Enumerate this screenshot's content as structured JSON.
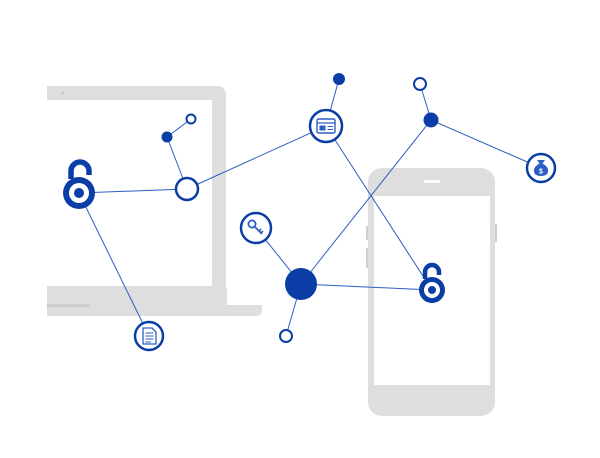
{
  "colors": {
    "device_gray": "#dedede",
    "device_gray_dark": "#d4d4d4",
    "network_blue": "#0a3ea6",
    "line_blue": "#2d5fc2",
    "white": "#ffffff"
  },
  "devices": [
    {
      "name": "laptop",
      "icon": "laptop-icon"
    },
    {
      "name": "smartphone",
      "icon": "smartphone-icon"
    }
  ],
  "nodes": [
    {
      "id": "n-dot-top",
      "kind": "filled-dot"
    },
    {
      "id": "n-ring-top-right",
      "kind": "hollow-ring"
    },
    {
      "id": "n-hub-right",
      "kind": "filled-dot"
    },
    {
      "id": "n-money",
      "kind": "icon-circle",
      "icon": "money-bag-icon"
    },
    {
      "id": "n-idcard",
      "kind": "icon-circle",
      "icon": "id-card-icon"
    },
    {
      "id": "n-small-dot",
      "kind": "filled-dot"
    },
    {
      "id": "n-small-ring",
      "kind": "hollow-ring"
    },
    {
      "id": "n-ring-center",
      "kind": "hollow-ring"
    },
    {
      "id": "n-lock-left",
      "kind": "open-lock",
      "icon": "open-lock-icon"
    },
    {
      "id": "n-document",
      "kind": "icon-circle",
      "icon": "document-icon"
    },
    {
      "id": "n-key",
      "kind": "icon-circle",
      "icon": "key-icon"
    },
    {
      "id": "n-hub-center",
      "kind": "filled-dot"
    },
    {
      "id": "n-ring-bottom",
      "kind": "hollow-ring"
    },
    {
      "id": "n-lock-right",
      "kind": "open-lock",
      "icon": "open-lock-icon"
    }
  ],
  "links": [
    [
      "n-small-dot",
      "n-small-ring"
    ],
    [
      "n-small-dot",
      "n-ring-center"
    ],
    [
      "n-lock-left",
      "n-ring-center"
    ],
    [
      "n-lock-left",
      "n-document"
    ],
    [
      "n-ring-center",
      "n-idcard"
    ],
    [
      "n-idcard",
      "n-dot-top"
    ],
    [
      "n-idcard",
      "n-lock-right"
    ],
    [
      "n-ring-top-right",
      "n-hub-right"
    ],
    [
      "n-hub-right",
      "n-money"
    ],
    [
      "n-hub-right",
      "n-hub-center"
    ],
    [
      "n-key",
      "n-hub-center"
    ],
    [
      "n-hub-center",
      "n-ring-bottom"
    ],
    [
      "n-hub-center",
      "n-lock-right"
    ]
  ]
}
